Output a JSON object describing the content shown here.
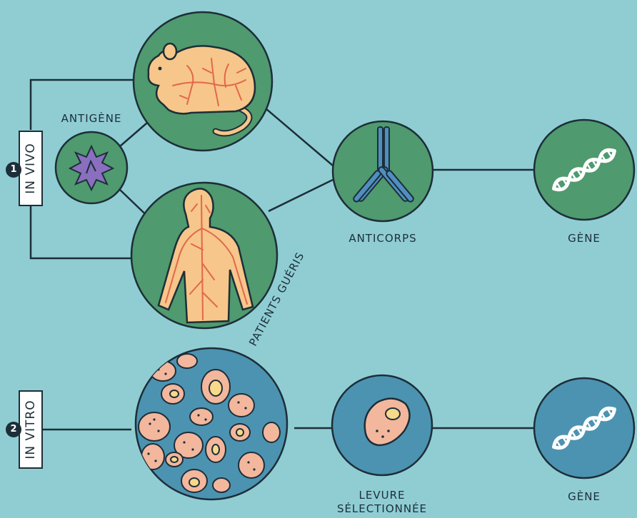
{
  "in_vivo": {
    "step_number": "1",
    "label": "IN VIVO",
    "antigen_label": "ANTIGÈNE",
    "patients_label": "PATIENTS GUÉRIS",
    "antibody_label": "ANTICORPS",
    "gene_label": "GÈNE"
  },
  "in_vitro": {
    "step_number": "2",
    "label": "IN VITRO",
    "yeast_label_line1": "LEVURE",
    "yeast_label_line2": "SÉLECTIONNÉE",
    "gene_label": "GÈNE"
  },
  "colors": {
    "background": "#8fcdd3",
    "in_vivo_circle": "#4f9a6e",
    "in_vitro_circle": "#4c93b1",
    "outline": "#1d2e38",
    "body_fill": "#f7c68a",
    "vessels": "#e2674c",
    "antibody": "#4f8fc0",
    "antigen": "#8a6fbf",
    "cells": "#f3b79d"
  }
}
